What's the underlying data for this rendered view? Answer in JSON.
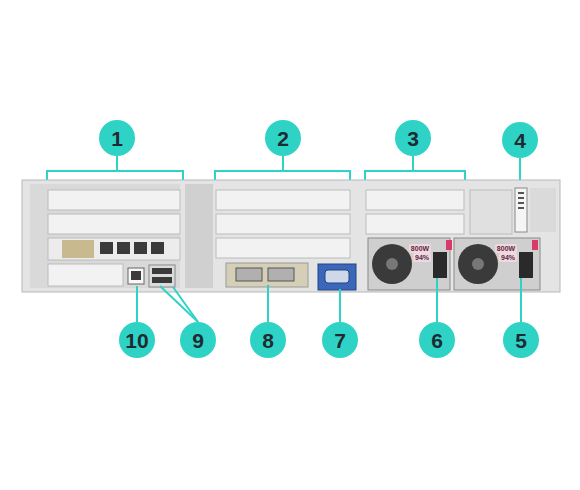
{
  "diagram": {
    "nodes": [
      {
        "text": [
          "1"
        ]
      },
      {
        "text": [
          "2"
        ]
      },
      {
        "text": [
          "3"
        ]
      },
      {
        "text": [
          "4"
        ]
      },
      {
        "text": [
          "10"
        ]
      },
      {
        "text": [
          "9"
        ]
      },
      {
        "text": [
          "8"
        ]
      },
      {
        "text": [
          "7"
        ]
      },
      {
        "text": [
          "6"
        ]
      },
      {
        "text": [
          "5"
        ]
      }
    ],
    "labels": [
      "800W",
      "94%",
      "800W",
      "94%"
    ]
  }
}
